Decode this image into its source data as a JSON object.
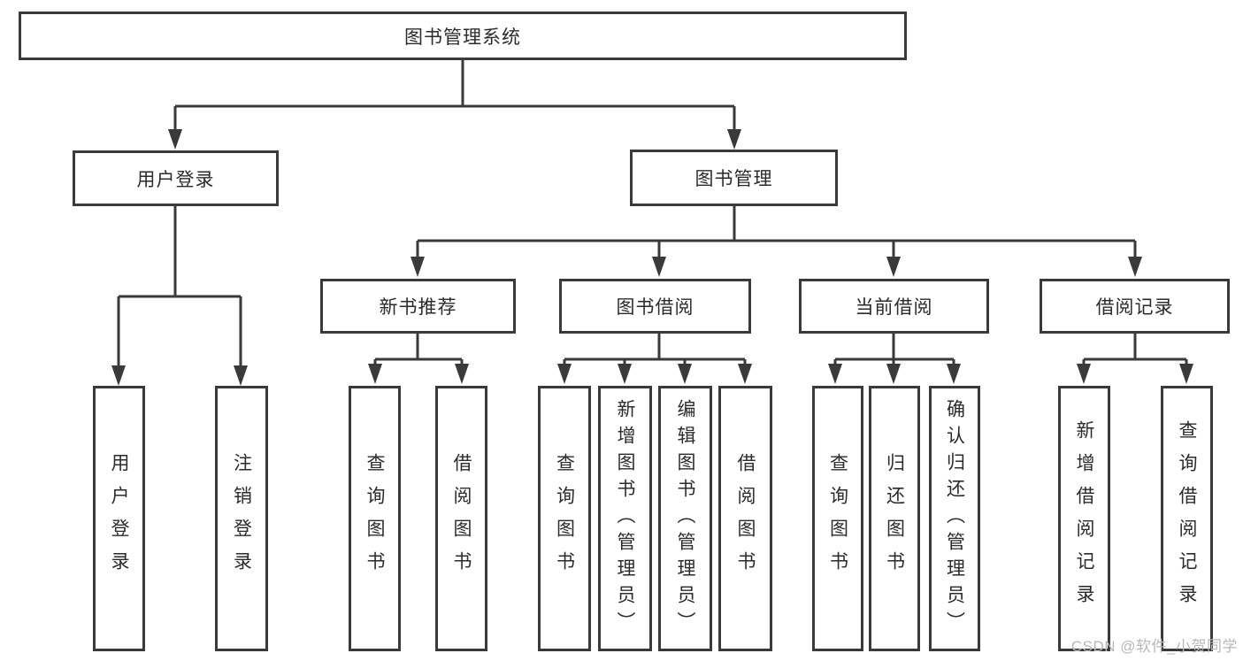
{
  "diagram_title": "图书管理系统",
  "watermark": "CSDN @软件_小贺同学",
  "colors": {
    "line": "#3a3a3a",
    "box_border": "#3a3a3a",
    "box_background": "#ffffff",
    "text": "#2b2b2b",
    "watermark_text": "#b8b8b8"
  },
  "tree": {
    "root": "图书管理系统",
    "branches": [
      {
        "label": "用户登录",
        "children": [
          "用户登录",
          "注销登录"
        ]
      },
      {
        "label": "图书管理",
        "children": [
          {
            "label": "新书推荐",
            "children": [
              "查询图书",
              "借阅图书"
            ]
          },
          {
            "label": "图书借阅",
            "children": [
              "查询图书",
              "新增图书（管理员）",
              "编辑图书（管理员）",
              "借阅图书"
            ]
          },
          {
            "label": "当前借阅",
            "children": [
              "查询图书",
              "归还图书",
              "确认归还（管理员）"
            ]
          },
          {
            "label": "借阅记录",
            "children": [
              "新增借阅记录",
              "查询借阅记录"
            ]
          }
        ]
      }
    ]
  }
}
